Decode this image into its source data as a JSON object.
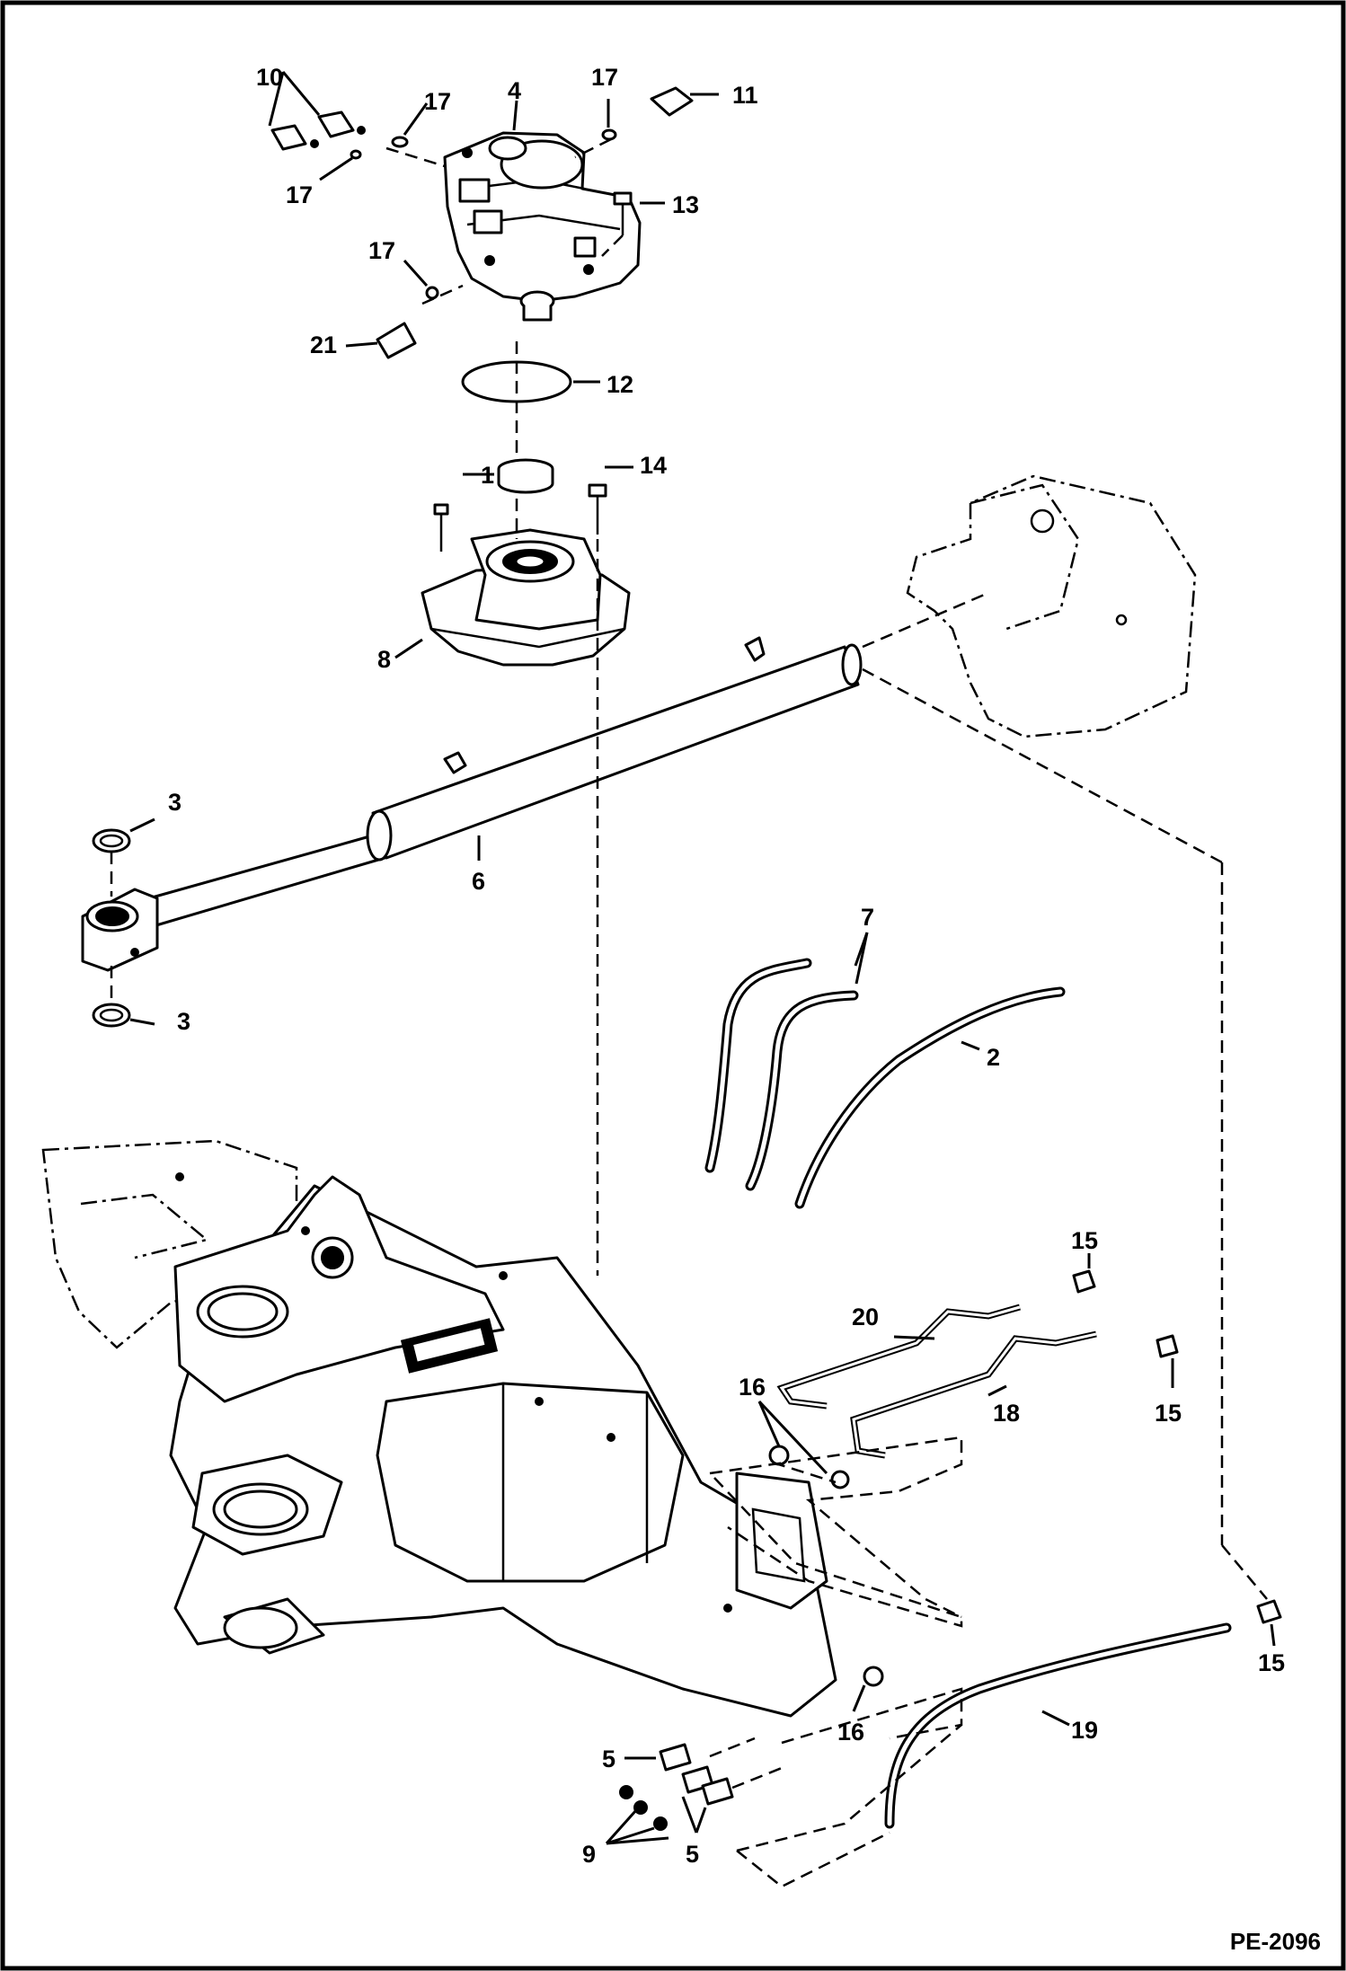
{
  "figure_number": "PE-2096",
  "callouts": [
    {
      "label": "1"
    },
    {
      "label": "2"
    },
    {
      "label": "3"
    },
    {
      "label": "3"
    },
    {
      "label": "4"
    },
    {
      "label": "5"
    },
    {
      "label": "5"
    },
    {
      "label": "6"
    },
    {
      "label": "7"
    },
    {
      "label": "8"
    },
    {
      "label": "9"
    },
    {
      "label": "10"
    },
    {
      "label": "11"
    },
    {
      "label": "12"
    },
    {
      "label": "13"
    },
    {
      "label": "14"
    },
    {
      "label": "15"
    },
    {
      "label": "15"
    },
    {
      "label": "15"
    },
    {
      "label": "16"
    },
    {
      "label": "16"
    },
    {
      "label": "17"
    },
    {
      "label": "17"
    },
    {
      "label": "17"
    },
    {
      "label": "17"
    },
    {
      "label": "18"
    },
    {
      "label": "19"
    },
    {
      "label": "20"
    },
    {
      "label": "21"
    }
  ]
}
